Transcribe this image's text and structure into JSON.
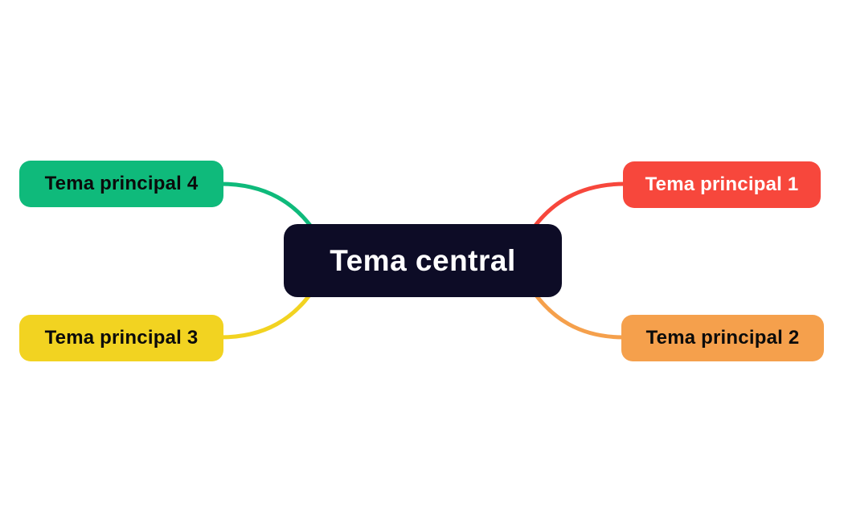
{
  "canvas": {
    "background": "#ffffff"
  },
  "mindmap": {
    "center": {
      "label": "Tema central",
      "bg": "#0D0C26",
      "text_color": "#ffffff"
    },
    "branches": [
      {
        "label": "Tema principal 1",
        "bg": "#F7473C",
        "text_color": "#ffffff",
        "position": "top-right"
      },
      {
        "label": "Tema principal 2",
        "bg": "#F5A04C",
        "text_color": "#0b0b0b",
        "position": "bottom-right"
      },
      {
        "label": "Tema principal 3",
        "bg": "#F2D321",
        "text_color": "#0b0b0b",
        "position": "bottom-left"
      },
      {
        "label": "Tema principal 4",
        "bg": "#0FBA7B",
        "text_color": "#0b0b0b",
        "position": "top-left"
      }
    ]
  }
}
